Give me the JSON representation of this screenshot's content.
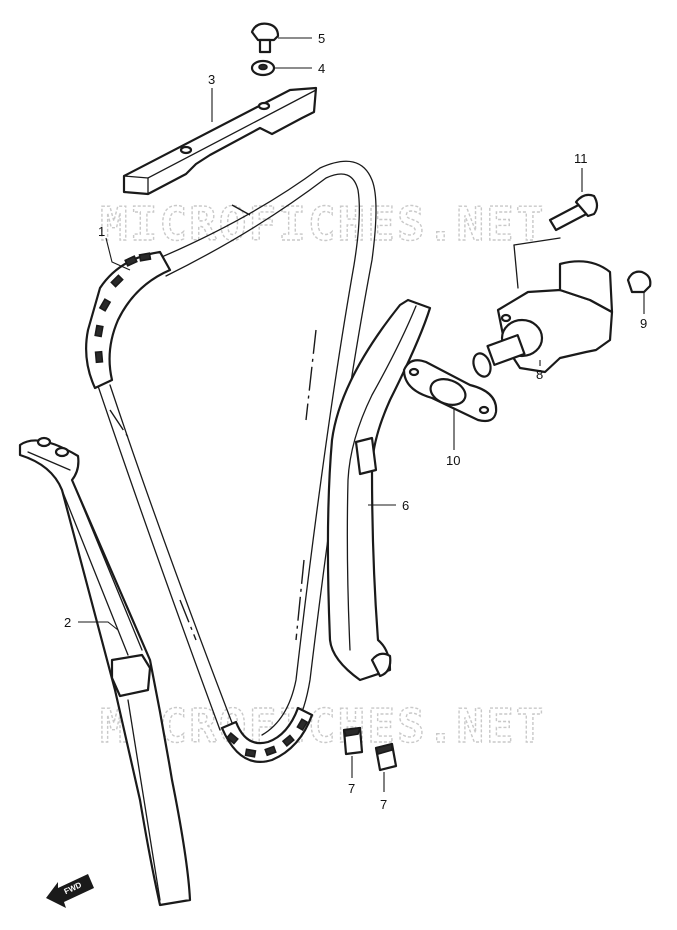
{
  "watermark": {
    "text": "MICROFICHES.NET"
  },
  "labels": {
    "p1": "1",
    "p2": "2",
    "p3": "3",
    "p4": "4",
    "p5": "5",
    "p6": "6",
    "p7a": "7",
    "p7b": "7",
    "p8": "8",
    "p9": "9",
    "p10": "10",
    "p11": "11"
  },
  "fwd_badge": "FWD"
}
